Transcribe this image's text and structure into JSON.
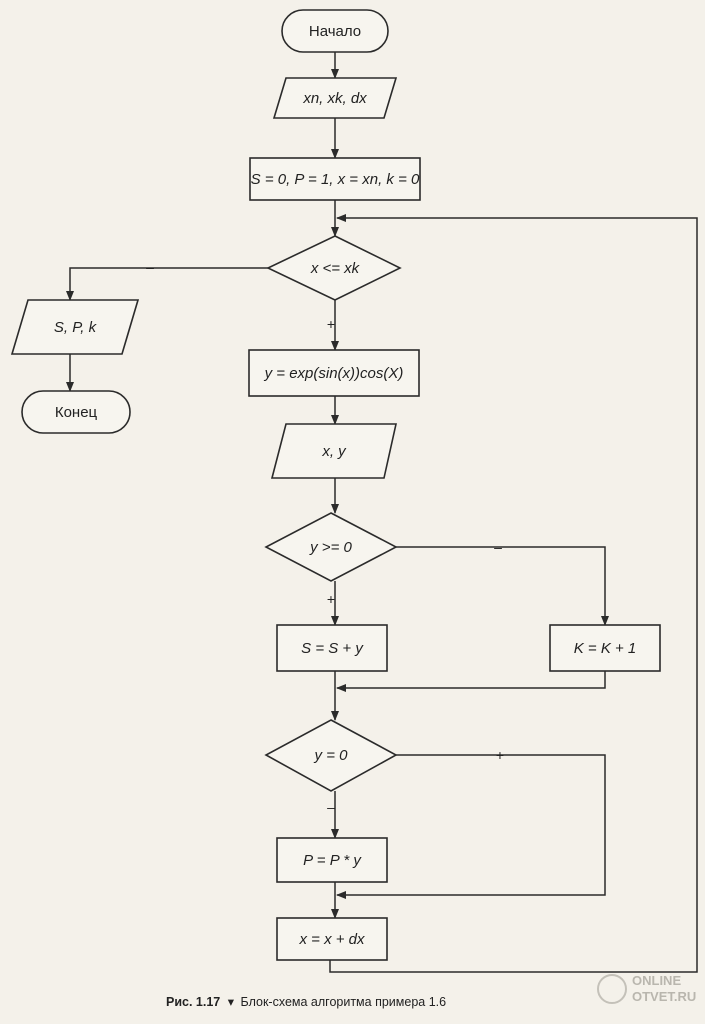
{
  "flowchart": {
    "start": "Начало",
    "input": "xn, xk, dx",
    "init": "S = 0, P = 1, x = xn, k = 0",
    "cond_loop": "x <= xk",
    "output_result": "S, P, k",
    "end": "Конец",
    "compute": "y = exp(sin(x))cos(X)",
    "output_xy": "x, y",
    "cond_y_nonneg": "y >= 0",
    "sum_step": "S = S + y",
    "count_step": "K = K + 1",
    "cond_y_zero": "y = 0",
    "prod_step": "P = P * y",
    "inc_step": "x = x + dx",
    "sign_plus": "+",
    "sign_minus": "–"
  },
  "caption": {
    "prefix": "Рис. 1.17",
    "marker": "▾",
    "text": "Блок-схема алгоритма примера 1.6"
  },
  "watermark": {
    "line1": "ONLINE",
    "line2": "OTVET.RU"
  },
  "colors": {
    "ink": "#2b2b2b",
    "paper": "#f4f1ea"
  }
}
